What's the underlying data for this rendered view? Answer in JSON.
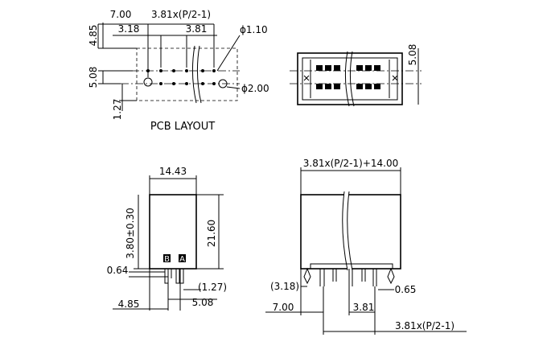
{
  "pcb_layout": {
    "title": "PCB LAYOUT",
    "dim_7_00": "7.00",
    "dim_pitch": "3.81x(P/2-1)",
    "dim_4_85": "4.85",
    "dim_3_18": "3.18",
    "dim_3_81": "3.81",
    "dim_hole_small": "ϕ1.10",
    "dim_5_08": "5.08",
    "dim_hole_large": "ϕ2.00",
    "dim_1_27": "1.27"
  },
  "top_view": {
    "dim_5_08": "5.08"
  },
  "side_view": {
    "dim_width": "14.43",
    "dim_3_80": "3.80±0.30",
    "dim_height": "21.60",
    "label_b": "B",
    "label_a": "A",
    "dim_0_64": "0.64",
    "dim_1_27": "(1.27)",
    "dim_5_08": "5.08",
    "dim_4_85": "4.85"
  },
  "front_view": {
    "dim_total": "3.81x(P/2-1)+14.00",
    "dim_3_18": "(3.18)",
    "dim_0_65": "0.65",
    "dim_7_00": "7.00",
    "dim_3_81": "3.81",
    "dim_pitch": "3.81x(P/2-1)"
  }
}
